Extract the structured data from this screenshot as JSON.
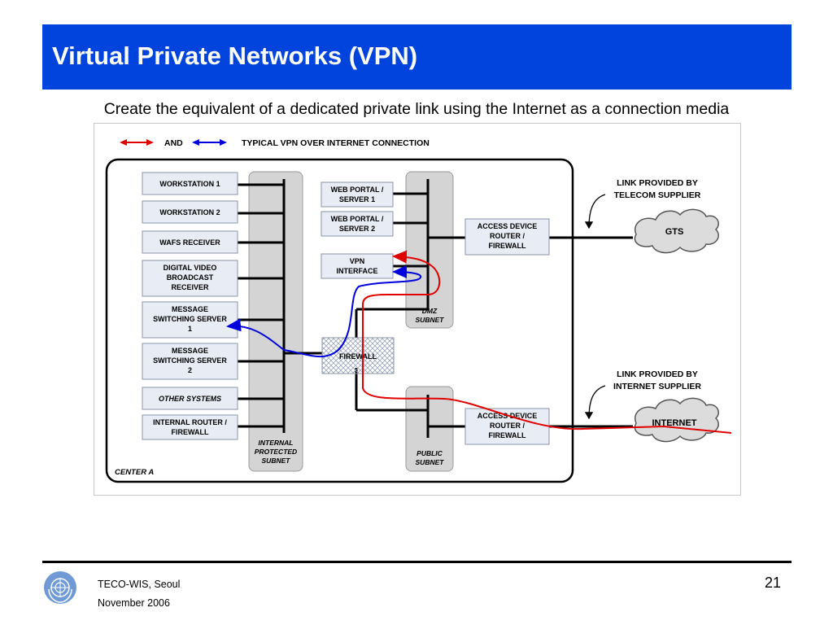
{
  "slide": {
    "title": "Virtual Private Networks (VPN)",
    "subtitle": "Create the equivalent of a dedicated private link using the Internet as a connection media"
  },
  "diagram": {
    "legend": {
      "and": "AND",
      "caption": "TYPICAL VPN OVER INTERNET CONNECTION"
    },
    "center_label": "CENTER A",
    "internal_nodes": {
      "ws1": "WORKSTATION 1",
      "ws2": "WORKSTATION 2",
      "wafs": "WAFS RECEIVER",
      "dvb": [
        "DIGITAL VIDEO",
        "BROADCAST",
        "RECEIVER"
      ],
      "mss1": [
        "MESSAGE",
        "SWITCHING SERVER",
        "1"
      ],
      "mss2": [
        "MESSAGE",
        "SWITCHING SERVER",
        "2"
      ],
      "other": "OTHER SYSTEMS",
      "router": [
        "INTERNAL ROUTER /",
        "FIREWALL"
      ]
    },
    "dmz_nodes": {
      "wp1": [
        "WEB PORTAL /",
        "SERVER 1"
      ],
      "wp2": [
        "WEB PORTAL /",
        "SERVER 2"
      ],
      "vpn": [
        "VPN",
        "INTERFACE"
      ]
    },
    "firewall": "FIREWALL",
    "access_device_1": [
      "ACCESS DEVICE",
      "ROUTER /",
      "FIREWALL"
    ],
    "access_device_2": [
      "ACCESS DEVICE",
      "ROUTER /",
      "FIREWALL"
    ],
    "subnets": {
      "internal": [
        "INTERNAL",
        "PROTECTED",
        "SUBNET"
      ],
      "dmz": [
        "DMZ",
        "SUBNET"
      ],
      "public": [
        "PUBLIC",
        "SUBNET"
      ]
    },
    "links": {
      "telecom": [
        "LINK PROVIDED BY",
        "TELECOM SUPPLIER"
      ],
      "internet": [
        "LINK PROVIDED BY",
        "INTERNET SUPPLIER"
      ]
    },
    "clouds": {
      "gts": "GTS",
      "internet": "INTERNET"
    },
    "colors": {
      "red_path": "#e00000",
      "blue_path": "#0000dd",
      "subnet_fill": "#d4d4d4",
      "box_fill": "#e8ecf4"
    }
  },
  "footer": {
    "org": "TECO-WIS, Seoul",
    "date": "November 2006",
    "page": "21",
    "logo_icon": "un-emblem-icon"
  }
}
